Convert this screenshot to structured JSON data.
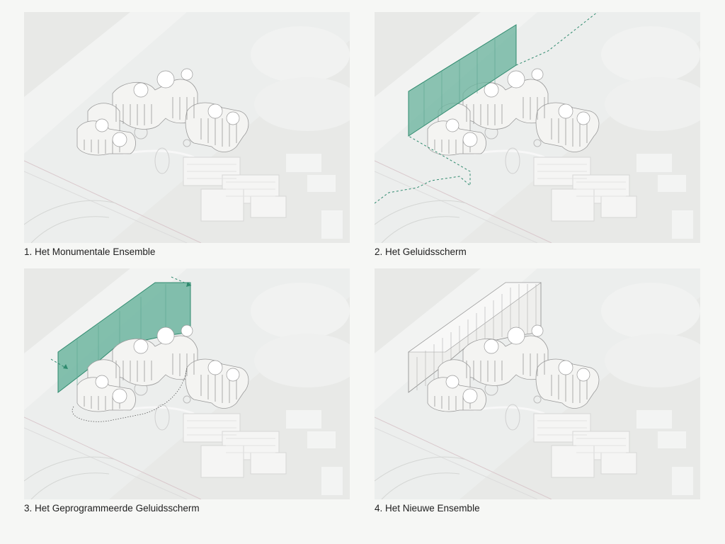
{
  "panels": [
    {
      "caption": "1. Het Monumentale Ensemble"
    },
    {
      "caption": "2. Het Geluidsscherm"
    },
    {
      "caption": "3. Het Geprogrammeerde Geluidsscherm"
    },
    {
      "caption": "4. Het Nieuwe Ensemble"
    }
  ],
  "colors": {
    "background": "#f6f7f5",
    "ground": "#e8e9e7",
    "building": "#f4f4f2",
    "screen_green": "#6fb5a0",
    "screen_edge": "#2f8a6e"
  }
}
